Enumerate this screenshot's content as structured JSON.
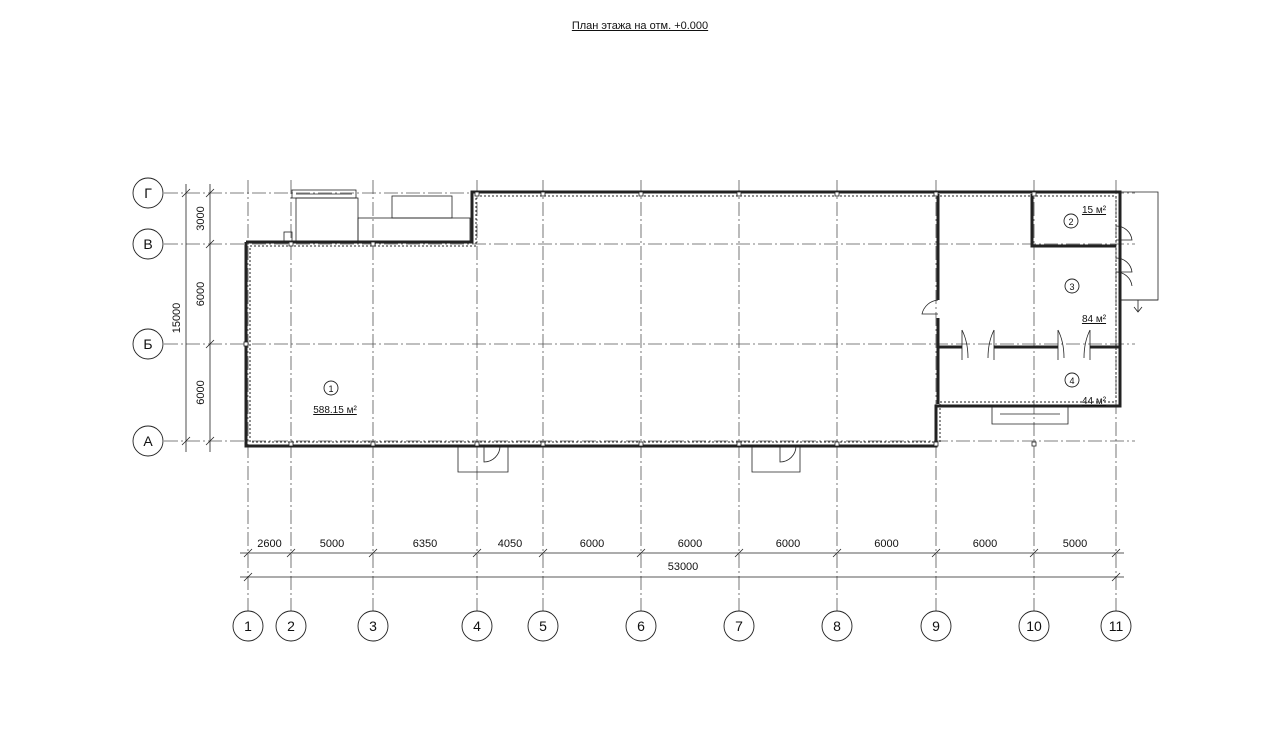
{
  "title": "План этажа на отм. +0.000",
  "axes_horizontal": [
    {
      "label": "1"
    },
    {
      "label": "2"
    },
    {
      "label": "3"
    },
    {
      "label": "4"
    },
    {
      "label": "5"
    },
    {
      "label": "6"
    },
    {
      "label": "7"
    },
    {
      "label": "8"
    },
    {
      "label": "9"
    },
    {
      "label": "10"
    },
    {
      "label": "11"
    }
  ],
  "axes_vertical": [
    {
      "label": "Г"
    },
    {
      "label": "В"
    },
    {
      "label": "Б"
    },
    {
      "label": "А"
    }
  ],
  "dims_horizontal": [
    "2600",
    "5000",
    "6350",
    "4050",
    "6000",
    "6000",
    "6000",
    "6000",
    "6000",
    "5000"
  ],
  "dim_total_horizontal": "53000",
  "dims_vertical": [
    "3000",
    "6000",
    "6000"
  ],
  "dim_total_vertical": "15000",
  "rooms": [
    {
      "number": "1",
      "area": "588.15 м²"
    },
    {
      "number": "2",
      "area": "15 м²"
    },
    {
      "number": "3",
      "area": "84 м²"
    },
    {
      "number": "4",
      "area": "44 м²"
    }
  ]
}
